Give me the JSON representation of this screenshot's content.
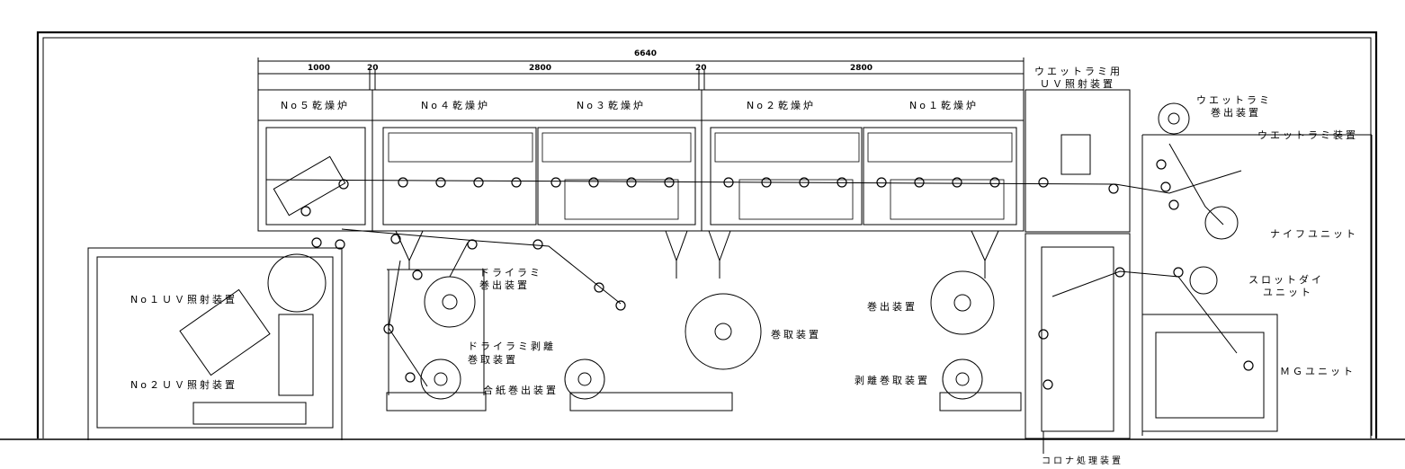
{
  "dimensions": {
    "total": "6640",
    "seg1": "1000",
    "gap1": "20",
    "seg2": "2800",
    "gap2": "20",
    "seg3": "2800"
  },
  "ovens": {
    "no5": "No５乾燥炉",
    "no4": "No４乾燥炉",
    "no3": "No３乾燥炉",
    "no2": "No２乾燥炉",
    "no1": "No１乾燥炉"
  },
  "labels": {
    "wet_uv_line1": "ウエットラミ用",
    "wet_uv_line2": "ＵＶ照射装置",
    "wet_unwind_line1": "ウエットラミ",
    "wet_unwind_line2": "巻出装置",
    "wet_lami": "ウエットラミ装置",
    "knife_unit": "ナイフユニット",
    "slot_die_line1": "スロットダイ",
    "slot_die_line2": "ユニット",
    "mg_unit": "ＭＧユニット",
    "uv1": "No１ＵＶ照射装置",
    "uv2": "No２ＵＶ照射装置",
    "dry_unwind_line1": "ドライラミ",
    "dry_unwind_line2": "巻出装置",
    "dry_peel_line1": "ドライラミ剥離",
    "dry_peel_line2": "巻取装置",
    "interleaf_unwind": "合紙巻出装置",
    "rewind": "巻取装置",
    "unwind": "巻出装置",
    "peel_rewind": "剥離巻取装置",
    "corona": "コロナ処理装置"
  }
}
